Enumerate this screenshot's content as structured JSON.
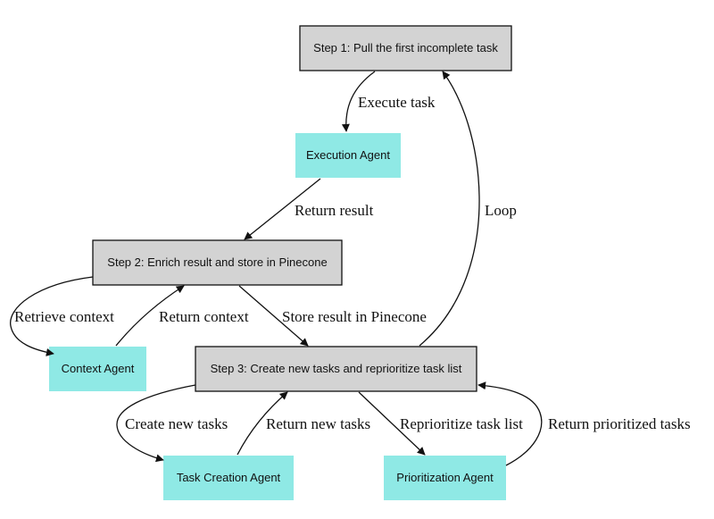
{
  "colors": {
    "step_fill": "#d3d3d3",
    "agent_fill": "#8fe9e5",
    "stroke": "#111111"
  },
  "nodes": {
    "step1": "Step 1: Pull the first incomplete task",
    "execution_agent": "Execution Agent",
    "step2": "Step 2: Enrich result and store in Pinecone",
    "context_agent": "Context Agent",
    "step3": "Step 3: Create new tasks and reprioritize task list",
    "task_creation_agent": "Task Creation Agent",
    "prioritization_agent": "Prioritization Agent"
  },
  "edges": {
    "execute_task": "Execute task",
    "return_result": "Return result",
    "loop": "Loop",
    "retrieve_context": "Retrieve context",
    "return_context": "Return context",
    "store_result": "Store result in Pinecone",
    "create_new_tasks": "Create new tasks",
    "return_new_tasks": "Return new tasks",
    "reprioritize": "Reprioritize task list",
    "return_prioritized": "Return prioritized tasks"
  }
}
